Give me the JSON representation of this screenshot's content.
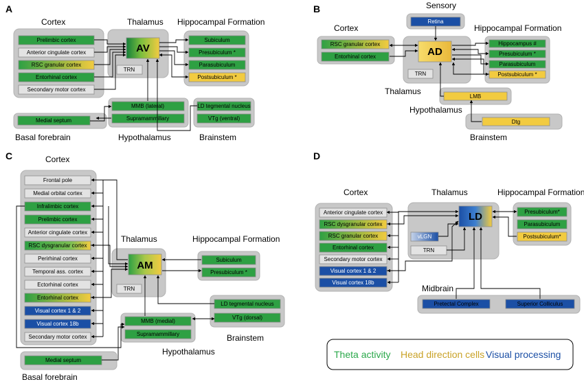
{
  "colors": {
    "theta": "#2ea043",
    "head_direction": "#f2cb40",
    "visual": "#1b4fa5",
    "neutral": "#e3e3e3",
    "group": "#c8c8c8",
    "legend_theta_text": "#2aa84a",
    "legend_hd_text": "#c9a227",
    "legend_visual_text": "#1b4fa5"
  },
  "panelA": {
    "label": "A",
    "headers": {
      "cortex": "Cortex",
      "thalamus": "Thalamus",
      "hippocampal": "Hippocampal Formation",
      "basal_forebrain": "Basal forebrain",
      "hypothalamus": "Hypothalamus",
      "brainstem": "Brainstem"
    },
    "nucleus": "AV",
    "trn": "TRN",
    "cortex": [
      "Prelimbic cortex",
      "Anterior cingulate cortex",
      "RSC granular cortex",
      "Entorhinal cortex",
      "Secondary motor cortex"
    ],
    "hippocampal": [
      "Subiculum",
      "Presubiculum *",
      "Parasubiculum",
      "Postsubiculum *"
    ],
    "basal_forebrain": [
      "Medial septum"
    ],
    "hypothalamus": [
      "MMB (lateral)",
      "Supramammillary"
    ],
    "brainstem": [
      "LD tegmental nucleus",
      "VTg (ventral)"
    ]
  },
  "panelB": {
    "label": "B",
    "headers": {
      "sensory": "Sensory",
      "cortex": "Cortex",
      "hippocampal": "Hippocampal Formation",
      "thalamus": "Thalamus",
      "hypothalamus": "Hypothalamus",
      "brainstem": "Brainstem"
    },
    "nucleus": "AD",
    "trn": "TRN",
    "sensory": [
      "Retina"
    ],
    "cortex": [
      "RSC granular cortex",
      "Entorhinal cortex"
    ],
    "hippocampal": [
      "Hippocampus #",
      "Presubiculum *",
      "Parasubiculum",
      "Postsubiculum  *"
    ],
    "hypothalamus": [
      "LMB"
    ],
    "brainstem": [
      "Dtg"
    ]
  },
  "panelC": {
    "label": "C",
    "headers": {
      "cortex": "Cortex",
      "thalamus": "Thalamus",
      "hippocampal": "Hippocampal Formation",
      "brainstem": "Brainstem",
      "hypothalamus": "Hypothalamus",
      "basal_forebrain": "Basal forebrain"
    },
    "nucleus": "AM",
    "trn": "TRN",
    "cortex": [
      "Frontal pole",
      "Medial orbital cortex",
      "Infralimbic cortex",
      "Prelimbic cortex",
      "Anterior cingulate cortex",
      "RSC dysgranular cortex",
      "Perirhinal cortex",
      "Temporal ass. cortex",
      "Ectorhinal cortex",
      "Entorhinal cortex",
      "Visual cortex 1 & 2",
      "Visual cortex 18b",
      "Secondary motor cortex"
    ],
    "hippocampal": [
      "Subiculum",
      "Presubiculum *"
    ],
    "brainstem": [
      "LD tegmental nucleus",
      "VTg (dorsal)"
    ],
    "hypothalamus": [
      "MMB (medial)",
      "Supramammillary"
    ],
    "basal_forebrain": [
      "Medial septum"
    ]
  },
  "panelD": {
    "label": "D",
    "headers": {
      "cortex": "Cortex",
      "thalamus": "Thalamus",
      "hippocampal": "Hippocampal Formation",
      "midbrain": "Midbrain"
    },
    "nucleus": "LD",
    "vlgn": "vLGN",
    "trn": "TRN",
    "cortex": [
      "Anterior cingulate cortex",
      "RSC dysgranular cortex",
      "RSC granular cortex",
      "Entorhinal cortex",
      "Secondary motor cortex",
      "Visual cortex 1 & 2",
      "Visual cortex 18b"
    ],
    "hippocampal": [
      "Presubiculum*",
      "Parasubiculum",
      "Postsubiculum*"
    ],
    "midbrain": [
      "Pretectal Complex",
      "Superior Colliculus"
    ]
  },
  "legend": {
    "theta": "Theta activity",
    "head_direction": "Head direction cells",
    "visual": "Visual processing"
  }
}
